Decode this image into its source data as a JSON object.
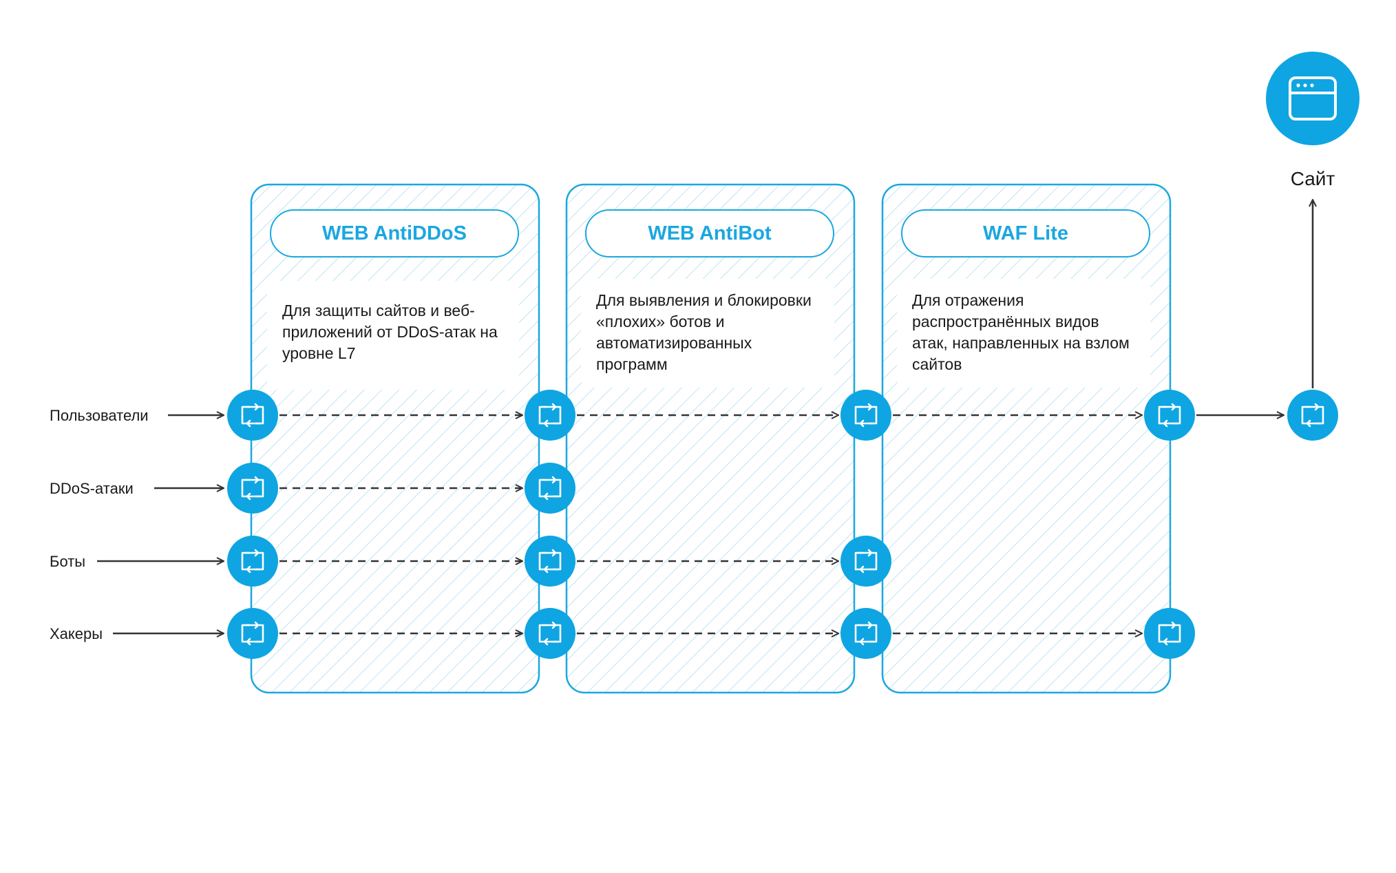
{
  "site": {
    "label": "Сайт"
  },
  "sources": [
    {
      "label": "Пользователи"
    },
    {
      "label": "DDoS-атаки"
    },
    {
      "label": "Боты"
    },
    {
      "label": "Хакеры"
    }
  ],
  "services": [
    {
      "title": "WEB AntiDDoS",
      "description": "Для защиты сайтов и веб-приложений от DDoS-атак на уровне L7"
    },
    {
      "title": "WEB AntiBot",
      "description": "Для выявления и блокировки «плохих» ботов и автоматизированных программ"
    },
    {
      "title": "WAF Lite",
      "description": "Для отражения распространённых видов атак, направленных на взлом сайтов"
    }
  ],
  "colors": {
    "accent": "#1aa7e0",
    "arrow": "#333333"
  }
}
